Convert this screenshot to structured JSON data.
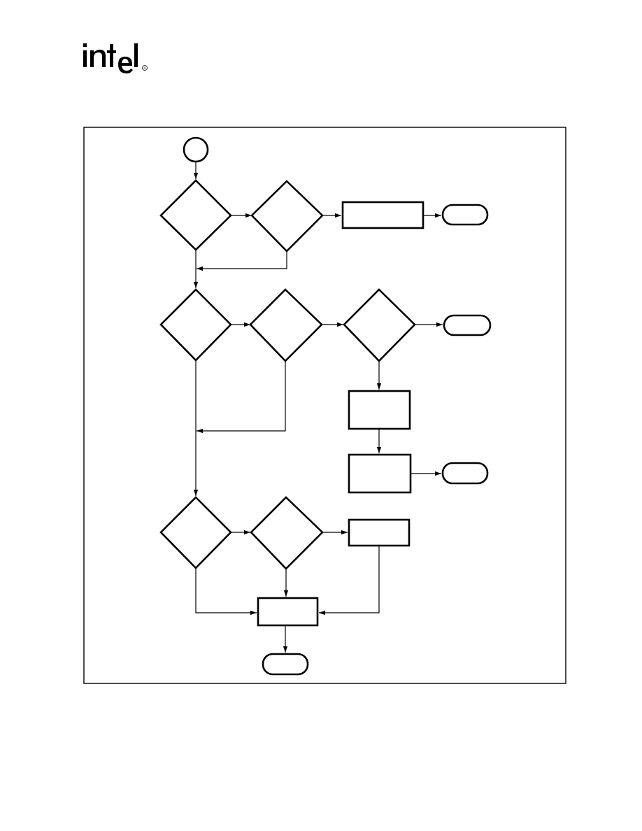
{
  "header": {
    "logo_name": "intel-logo",
    "logo_text": "intel",
    "registered_mark": "®"
  },
  "diagram": {
    "type": "flowchart",
    "line_color": "#000000",
    "background": "#ffffff",
    "label_text": "",
    "nodes": [
      {
        "id": "start",
        "shape": "circle"
      },
      {
        "id": "d1",
        "shape": "diamond"
      },
      {
        "id": "d2",
        "shape": "diamond"
      },
      {
        "id": "p1",
        "shape": "rectangle"
      },
      {
        "id": "t1",
        "shape": "terminator"
      },
      {
        "id": "d3",
        "shape": "diamond"
      },
      {
        "id": "d4",
        "shape": "diamond"
      },
      {
        "id": "d5",
        "shape": "diamond"
      },
      {
        "id": "t2",
        "shape": "terminator"
      },
      {
        "id": "p2",
        "shape": "rectangle"
      },
      {
        "id": "p3",
        "shape": "rectangle"
      },
      {
        "id": "t3",
        "shape": "terminator"
      },
      {
        "id": "d6",
        "shape": "diamond"
      },
      {
        "id": "d7",
        "shape": "diamond"
      },
      {
        "id": "p4",
        "shape": "rectangle"
      },
      {
        "id": "p5",
        "shape": "rectangle"
      },
      {
        "id": "t4",
        "shape": "terminator"
      }
    ],
    "edges": [
      {
        "from": "start",
        "to": "d1"
      },
      {
        "from": "d1",
        "to": "d2"
      },
      {
        "from": "d2",
        "to": "p1"
      },
      {
        "from": "p1",
        "to": "t1"
      },
      {
        "from": "d2",
        "to": "d3"
      },
      {
        "from": "d1",
        "to": "d3"
      },
      {
        "from": "d3",
        "to": "d4"
      },
      {
        "from": "d4",
        "to": "d5"
      },
      {
        "from": "d5",
        "to": "t2"
      },
      {
        "from": "d5",
        "to": "p2"
      },
      {
        "from": "p2",
        "to": "p3"
      },
      {
        "from": "p3",
        "to": "t3"
      },
      {
        "from": "d4",
        "to": "d6"
      },
      {
        "from": "d3",
        "to": "d6"
      },
      {
        "from": "d6",
        "to": "d7"
      },
      {
        "from": "d7",
        "to": "p4"
      },
      {
        "from": "d6",
        "to": "p5"
      },
      {
        "from": "d7",
        "to": "p5"
      },
      {
        "from": "p4",
        "to": "p5"
      },
      {
        "from": "p5",
        "to": "t4"
      }
    ]
  }
}
